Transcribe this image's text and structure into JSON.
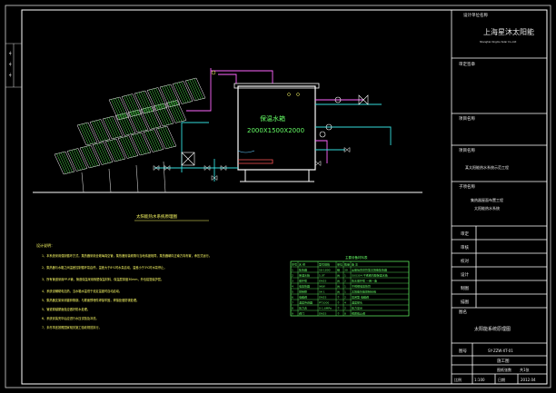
{
  "drawing": {
    "title_block": {
      "field_label_top": "设计单位名称",
      "company_name": "上海星沐太阳能",
      "company_subtitle": "Shanghai Xingmu Solar Co.,Ltd",
      "approval_label": "审定签章",
      "project_label": "项目名称",
      "project_name_label": "项目名称",
      "project_name_value": "某太阳能热水系统示范工程",
      "sub_label": "子项名称",
      "sub_value_1": "集热器屋面布置工程",
      "sub_value_2": "太阳能热水系统",
      "sign_rows": [
        "审定",
        "审核",
        "校对",
        "设计",
        "制图",
        "描图"
      ],
      "drawing_name_label": "图名",
      "drawing_name": "太阳能系统原理图",
      "drawing_no_label": "图号",
      "drawing_no": "SY-ZZW-XT-01",
      "stage": "施工图",
      "scale_label": "比例",
      "scale_value": "1:100",
      "date_label": "日期",
      "date_value": "2012.04",
      "sheet_label": "图纸张数",
      "sheet_value": "共1张"
    },
    "tank": {
      "label": "保温水箱",
      "size": "2000X1500X2000"
    },
    "diagram_title": "太阳能热水系统原理图",
    "notes": {
      "heading": "设计说明：",
      "lines": [
        "1、本系统采用强制循环方式，集热器采用全玻璃真空管，集热器安装倾角与当地纬度相同，集热器朝向正南方向布置，承压式运行。",
        "2、集热器与水箱之间温差控制循环泵启停，温差大于8℃时水泵启动，温差小于3℃时水泵停止。",
        "3、所有管道采用PP-R管，管道保温采用橡塑保温材料，保温层厚度30mm，外包铝箔保护层。",
        "4、系统设辅助电加热，当水箱水温低于设定温度时自动启动。",
        "5、集热器支架采用镀锌角钢，与屋面预埋件焊接牢固，焊接处做防锈处理。",
        "5、管道穿越屋面处应做好防水处理。",
        "6、系统安装完毕后应进行水压试验及冲洗。",
        "7、未尽事宜按照国家相关施工验收规范执行。"
      ]
    },
    "legend": {
      "title": "主要设备材料表",
      "headers": [
        "序号",
        "名 称",
        "型号规格",
        "单位",
        "数量",
        "备 注"
      ],
      "rows": [
        [
          "1",
          "集热器",
          "58-1800",
          "组",
          "30",
          "全玻璃真空管型太阳能集热器"
        ],
        [
          "2",
          "保温水箱",
          "5.0T",
          "台",
          "1",
          "SUS304 不锈钢内胆保温水箱"
        ],
        [
          "3",
          "循环泵",
          "DN25",
          "台",
          "2",
          "热水循环泵 一用一备"
        ],
        [
          "4",
          "电加热器",
          "9KW",
          "台",
          "1",
          "不锈钢电加热管"
        ],
        [
          "5",
          "控制柜",
          "SK-1",
          "台",
          "1",
          "太阳能智能控制系统"
        ],
        [
          "6",
          "电磁阀",
          "DN25",
          "个",
          "2",
          "常闭型 电磁阀"
        ],
        [
          "7",
          "温度传感器",
          "PT1000",
          "个",
          "4",
          "温度探头"
        ],
        [
          "8",
          "压力表",
          "0-1.6MPa",
          "个",
          "2",
          "压力显示"
        ],
        [
          "9",
          "阀门",
          "DN25",
          "个",
          "8",
          "铜质截止阀"
        ]
      ]
    }
  }
}
